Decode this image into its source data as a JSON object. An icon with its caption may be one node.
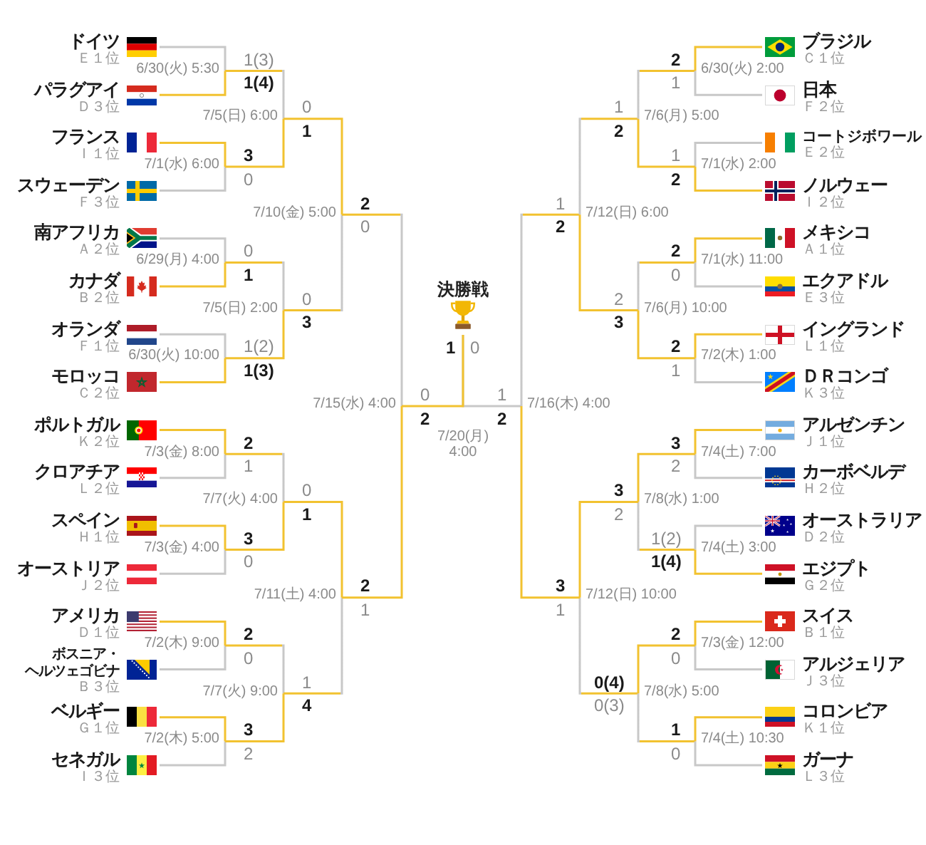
{
  "diagram": {
    "nodes": [
      {
        "text": [
          "ドイツ",
          "Ｅ１位"
        ]
      },
      {
        "text": [
          "パラグアイ",
          "Ｄ３位"
        ]
      },
      {
        "text": [
          "フランス",
          "Ｉ１位"
        ]
      },
      {
        "text": [
          "スウェーデン",
          "Ｆ３位"
        ]
      },
      {
        "text": [
          "南アフリカ",
          "Ａ２位"
        ]
      },
      {
        "text": [
          "カナダ",
          "Ｂ２位"
        ]
      },
      {
        "text": [
          "オランダ",
          "Ｆ１位"
        ]
      },
      {
        "text": [
          "モロッコ",
          "Ｃ２位"
        ]
      },
      {
        "text": [
          "ポルトガル",
          "Ｋ２位"
        ]
      },
      {
        "text": [
          "クロアチア",
          "Ｌ２位"
        ]
      },
      {
        "text": [
          "スペイン",
          "Ｈ１位"
        ]
      },
      {
        "text": [
          "オーストリア",
          "Ｊ２位"
        ]
      },
      {
        "text": [
          "アメリカ",
          "Ｄ１位"
        ]
      },
      {
        "text": [
          "ボスニア・ヘルツェゴビナ",
          "Ｂ３位"
        ]
      },
      {
        "text": [
          "ベルギー",
          "Ｇ１位"
        ]
      },
      {
        "text": [
          "セネガル",
          "Ｉ３位"
        ]
      },
      {
        "text": [
          "6/30(火) 5:30"
        ]
      },
      {
        "text": [
          "7/1(水) 6:00"
        ]
      },
      {
        "text": [
          "6/29(月) 4:00"
        ]
      },
      {
        "text": [
          "6/30(火) 10:00"
        ]
      },
      {
        "text": [
          "7/3(金) 8:00"
        ]
      },
      {
        "text": [
          "7/3(金) 4:00"
        ]
      },
      {
        "text": [
          "7/2(木) 9:00"
        ]
      },
      {
        "text": [
          "7/2(木) 5:00"
        ]
      },
      {
        "text": [
          "7/5(日) 6:00"
        ]
      },
      {
        "text": [
          "7/5(日) 2:00"
        ]
      },
      {
        "text": [
          "7/7(火) 4:00"
        ]
      },
      {
        "text": [
          "7/7(火) 9:00"
        ]
      },
      {
        "text": [
          "7/10(金) 5:00"
        ]
      },
      {
        "text": [
          "7/11(土) 4:00"
        ]
      },
      {
        "text": [
          "7/15(水) 4:00"
        ]
      },
      {
        "text": [
          "決勝戦"
        ]
      },
      {
        "text": [
          "7/16(木) 4:00"
        ]
      },
      {
        "text": [
          "7/12(日) 6:00"
        ]
      },
      {
        "text": [
          "7/12(日) 10:00"
        ]
      },
      {
        "text": [
          "7/6(月) 5:00"
        ]
      },
      {
        "text": [
          "7/6(月) 10:00"
        ]
      },
      {
        "text": [
          "7/8(水) 1:00"
        ]
      },
      {
        "text": [
          "7/8(水) 5:00"
        ]
      },
      {
        "text": [
          "6/30(火) 2:00"
        ]
      },
      {
        "text": [
          "7/1(水) 2:00"
        ]
      },
      {
        "text": [
          "7/1(水) 11:00"
        ]
      },
      {
        "text": [
          "7/2(木) 1:00"
        ]
      },
      {
        "text": [
          "7/4(土) 7:00"
        ]
      },
      {
        "text": [
          "7/4(土) 3:00"
        ]
      },
      {
        "text": [
          "7/3(金) 12:00"
        ]
      },
      {
        "text": [
          "7/4(土) 10:30"
        ]
      },
      {
        "text": [
          "ブラジル",
          "Ｃ１位"
        ]
      },
      {
        "text": [
          "日本",
          "Ｆ２位"
        ]
      },
      {
        "text": [
          "コートジボワール",
          "Ｅ２位"
        ]
      },
      {
        "text": [
          "ノルウェー",
          "Ｉ２位"
        ]
      },
      {
        "text": [
          "メキシコ",
          "Ａ１位"
        ]
      },
      {
        "text": [
          "エクアドル",
          "Ｅ３位"
        ]
      },
      {
        "text": [
          "イングランド",
          "Ｌ１位"
        ]
      },
      {
        "text": [
          "ＤＲコンゴ",
          "Ｋ３位"
        ]
      },
      {
        "text": [
          "アルゼンチン",
          "Ｊ１位"
        ]
      },
      {
        "text": [
          "カーボベルデ",
          "Ｈ２位"
        ]
      },
      {
        "text": [
          "オーストラリア",
          "Ｄ２位"
        ]
      },
      {
        "text": [
          "エジプト",
          "Ｇ２位"
        ]
      },
      {
        "text": [
          "スイス",
          "Ｂ１位"
        ]
      },
      {
        "text": [
          "アルジェリア",
          "Ｊ３位"
        ]
      },
      {
        "text": [
          "コロンビア",
          "Ｋ１位"
        ]
      },
      {
        "text": [
          "ガーナ",
          "Ｌ３位"
        ]
      }
    ],
    "edges": [
      {
        "from": 0,
        "to": 16,
        "arrow": "none",
        "label": "1(3)",
        "color": "#c8c8c8"
      },
      {
        "from": 1,
        "to": 16,
        "arrow": "none",
        "label": "1(4)",
        "color": "#f2c230"
      },
      {
        "from": 2,
        "to": 17,
        "arrow": "none",
        "label": "3",
        "color": "#f2c230"
      },
      {
        "from": 3,
        "to": 17,
        "arrow": "none",
        "label": "0",
        "color": "#c8c8c8"
      },
      {
        "from": 4,
        "to": 18,
        "arrow": "none",
        "label": "0",
        "color": "#c8c8c8"
      },
      {
        "from": 5,
        "to": 18,
        "arrow": "none",
        "label": "1",
        "color": "#f2c230"
      },
      {
        "from": 6,
        "to": 19,
        "arrow": "none",
        "label": "1(2)",
        "color": "#c8c8c8"
      },
      {
        "from": 7,
        "to": 19,
        "arrow": "none",
        "label": "1(3)",
        "color": "#f2c230"
      },
      {
        "from": 8,
        "to": 20,
        "arrow": "none",
        "label": "2",
        "color": "#f2c230"
      },
      {
        "from": 9,
        "to": 20,
        "arrow": "none",
        "label": "1",
        "color": "#c8c8c8"
      },
      {
        "from": 10,
        "to": 21,
        "arrow": "none",
        "label": "3",
        "color": "#f2c230"
      },
      {
        "from": 11,
        "to": 21,
        "arrow": "none",
        "label": "0",
        "color": "#c8c8c8"
      },
      {
        "from": 12,
        "to": 22,
        "arrow": "none",
        "label": "2",
        "color": "#f2c230"
      },
      {
        "from": 13,
        "to": 22,
        "arrow": "none",
        "label": "0",
        "color": "#c8c8c8"
      },
      {
        "from": 14,
        "to": 23,
        "arrow": "none",
        "label": "3",
        "color": "#f2c230"
      },
      {
        "from": 15,
        "to": 23,
        "arrow": "none",
        "label": "2",
        "color": "#c8c8c8"
      },
      {
        "from": 16,
        "to": 24,
        "arrow": "none",
        "label": "0",
        "color": "#c8c8c8"
      },
      {
        "from": 17,
        "to": 24,
        "arrow": "none",
        "label": "1",
        "color": "#f2c230"
      },
      {
        "from": 18,
        "to": 25,
        "arrow": "none",
        "label": "0",
        "color": "#c8c8c8"
      },
      {
        "from": 19,
        "to": 25,
        "arrow": "none",
        "label": "3",
        "color": "#f2c230"
      },
      {
        "from": 20,
        "to": 26,
        "arrow": "none",
        "label": "0",
        "color": "#c8c8c8"
      },
      {
        "from": 21,
        "to": 26,
        "arrow": "none",
        "label": "1",
        "color": "#f2c230"
      },
      {
        "from": 22,
        "to": 27,
        "arrow": "none",
        "label": "1",
        "color": "#c8c8c8"
      },
      {
        "from": 23,
        "to": 27,
        "arrow": "none",
        "label": "4",
        "color": "#f2c230"
      },
      {
        "from": 24,
        "to": 28,
        "arrow": "none",
        "label": "2",
        "color": "#f2c230"
      },
      {
        "from": 25,
        "to": 28,
        "arrow": "none",
        "label": "0",
        "color": "#c8c8c8"
      },
      {
        "from": 26,
        "to": 29,
        "arrow": "none",
        "label": "2",
        "color": "#f2c230"
      },
      {
        "from": 27,
        "to": 29,
        "arrow": "none",
        "label": "1",
        "color": "#c8c8c8"
      },
      {
        "from": 28,
        "to": 30,
        "arrow": "none",
        "label": "0",
        "color": "#c8c8c8"
      },
      {
        "from": 29,
        "to": 30,
        "arrow": "none",
        "label": "2",
        "color": "#f2c230"
      },
      {
        "from": 30,
        "to": 31,
        "arrow": "none",
        "label": "1",
        "color": "#f2c230"
      },
      {
        "from": 32,
        "to": 31,
        "arrow": "none",
        "label": "0",
        "color": "#c8c8c8"
      },
      {
        "from": 33,
        "to": 32,
        "arrow": "none",
        "label": "1",
        "color": "#c8c8c8"
      },
      {
        "from": 34,
        "to": 32,
        "arrow": "none",
        "label": "2",
        "color": "#f2c230"
      },
      {
        "from": 35,
        "to": 33,
        "arrow": "none",
        "label": "1",
        "color": "#c8c8c8"
      },
      {
        "from": 36,
        "to": 33,
        "arrow": "none",
        "label": "2",
        "color": "#f2c230"
      },
      {
        "from": 37,
        "to": 34,
        "arrow": "none",
        "label": "3",
        "color": "#f2c230"
      },
      {
        "from": 38,
        "to": 34,
        "arrow": "none",
        "label": "1",
        "color": "#c8c8c8"
      },
      {
        "from": 39,
        "to": 35,
        "arrow": "none",
        "label": "1",
        "color": "#c8c8c8"
      },
      {
        "from": 40,
        "to": 35,
        "arrow": "none",
        "label": "2",
        "color": "#f2c230"
      },
      {
        "from": 41,
        "to": 36,
        "arrow": "none",
        "label": "2",
        "color": "#c8c8c8"
      },
      {
        "from": 42,
        "to": 36,
        "arrow": "none",
        "label": "3",
        "color": "#f2c230"
      },
      {
        "from": 43,
        "to": 37,
        "arrow": "none",
        "label": "3",
        "color": "#f2c230"
      },
      {
        "from": 44,
        "to": 37,
        "arrow": "none",
        "label": "2",
        "color": "#c8c8c8"
      },
      {
        "from": 45,
        "to": 38,
        "arrow": "none",
        "label": "0(4)",
        "color": "#f2c230"
      },
      {
        "from": 46,
        "to": 38,
        "arrow": "none",
        "label": "0(3)",
        "color": "#c8c8c8"
      },
      {
        "from": 47,
        "to": 39,
        "arrow": "none",
        "label": "2",
        "color": "#f2c230"
      },
      {
        "from": 48,
        "to": 39,
        "arrow": "none",
        "label": "1",
        "color": "#c8c8c8"
      },
      {
        "from": 49,
        "to": 40,
        "arrow": "none",
        "label": "1",
        "color": "#c8c8c8"
      },
      {
        "from": 50,
        "to": 40,
        "arrow": "none",
        "label": "2",
        "color": "#f2c230"
      },
      {
        "from": 51,
        "to": 41,
        "arrow": "none",
        "label": "2",
        "color": "#f2c230"
      },
      {
        "from": 52,
        "to": 41,
        "arrow": "none",
        "label": "0",
        "color": "#c8c8c8"
      },
      {
        "from": 53,
        "to": 42,
        "arrow": "none",
        "label": "2",
        "color": "#f2c230"
      },
      {
        "from": 54,
        "to": 42,
        "arrow": "none",
        "label": "1",
        "color": "#c8c8c8"
      },
      {
        "from": 55,
        "to": 43,
        "arrow": "none",
        "label": "3",
        "color": "#f2c230"
      },
      {
        "from": 56,
        "to": 43,
        "arrow": "none",
        "label": "2",
        "color": "#c8c8c8"
      },
      {
        "from": 57,
        "to": 44,
        "arrow": "none",
        "label": "1(2)",
        "color": "#c8c8c8"
      },
      {
        "from": 58,
        "to": 44,
        "arrow": "none",
        "label": "1(4)",
        "color": "#f2c230"
      },
      {
        "from": 59,
        "to": 45,
        "arrow": "none",
        "label": "2",
        "color": "#f2c230"
      },
      {
        "from": 60,
        "to": 45,
        "arrow": "none",
        "label": "0",
        "color": "#c8c8c8"
      },
      {
        "from": 61,
        "to": 46,
        "arrow": "none",
        "label": "1",
        "color": "#f2c230"
      },
      {
        "from": 62,
        "to": 46,
        "arrow": "none",
        "label": "0",
        "color": "#c8c8c8"
      }
    ],
    "labels": [
      "7/20(月) 4:00"
    ]
  }
}
